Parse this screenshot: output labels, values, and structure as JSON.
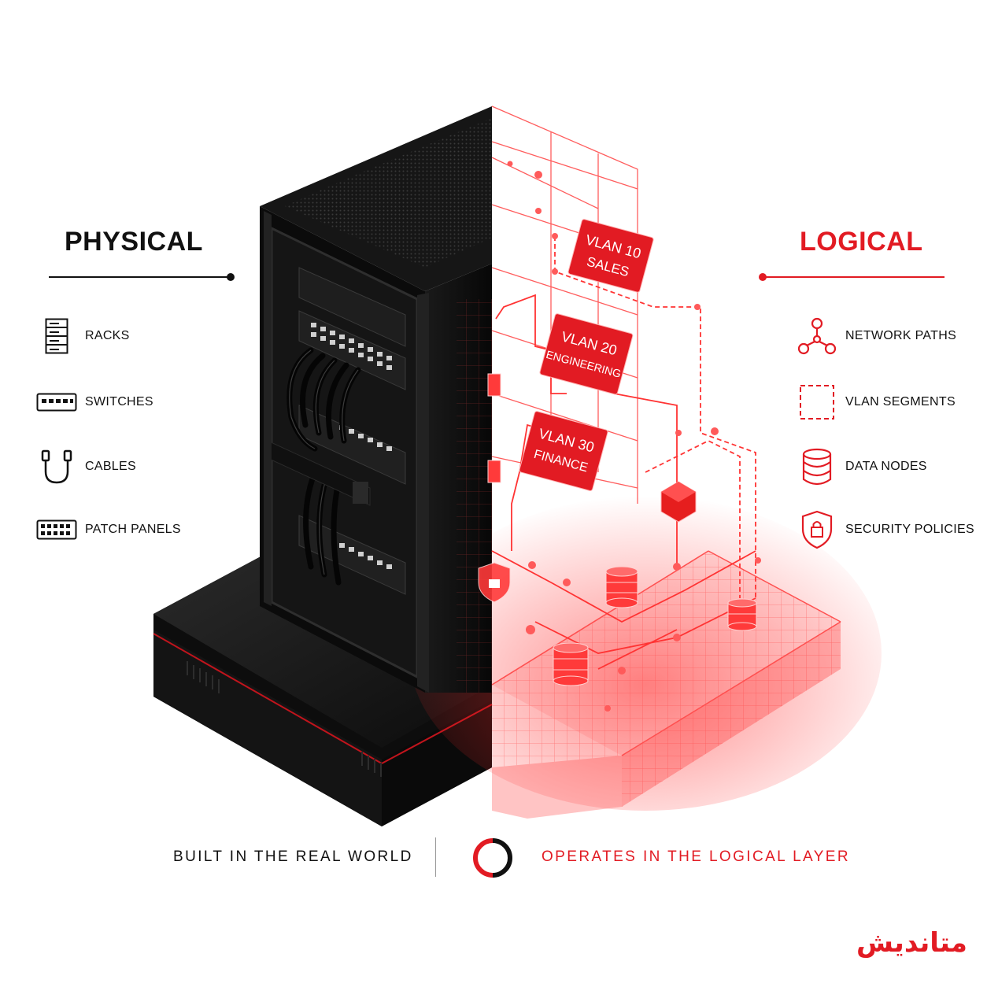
{
  "physical": {
    "title": "PHYSICAL",
    "items": [
      {
        "label": "RACKS",
        "icon": "rack-icon"
      },
      {
        "label": "SWITCHES",
        "icon": "switch-icon"
      },
      {
        "label": "CABLES",
        "icon": "cable-icon"
      },
      {
        "label": "PATCH PANELS",
        "icon": "patch-panel-icon"
      }
    ]
  },
  "logical": {
    "title": "LOGICAL",
    "items": [
      {
        "label": "NETWORK PATHS",
        "icon": "network-paths-icon"
      },
      {
        "label": "VLAN SEGMENTS",
        "icon": "vlan-segment-icon"
      },
      {
        "label": "DATA NODES",
        "icon": "database-icon"
      },
      {
        "label": "SECURITY POLICIES",
        "icon": "shield-lock-icon"
      }
    ]
  },
  "vlans": [
    {
      "line1": "VLAN 10",
      "line2": "SALES"
    },
    {
      "line1": "VLAN 20",
      "line2": "ENGINEERING"
    },
    {
      "line1": "VLAN 30",
      "line2": "FINANCE"
    }
  ],
  "bottom": {
    "left": "BUILT IN THE REAL WORLD",
    "right": "OPERATES IN THE LOGICAL LAYER"
  },
  "brand": "متاندیش",
  "colors": {
    "accent": "#e21b23",
    "dark": "#111111"
  }
}
